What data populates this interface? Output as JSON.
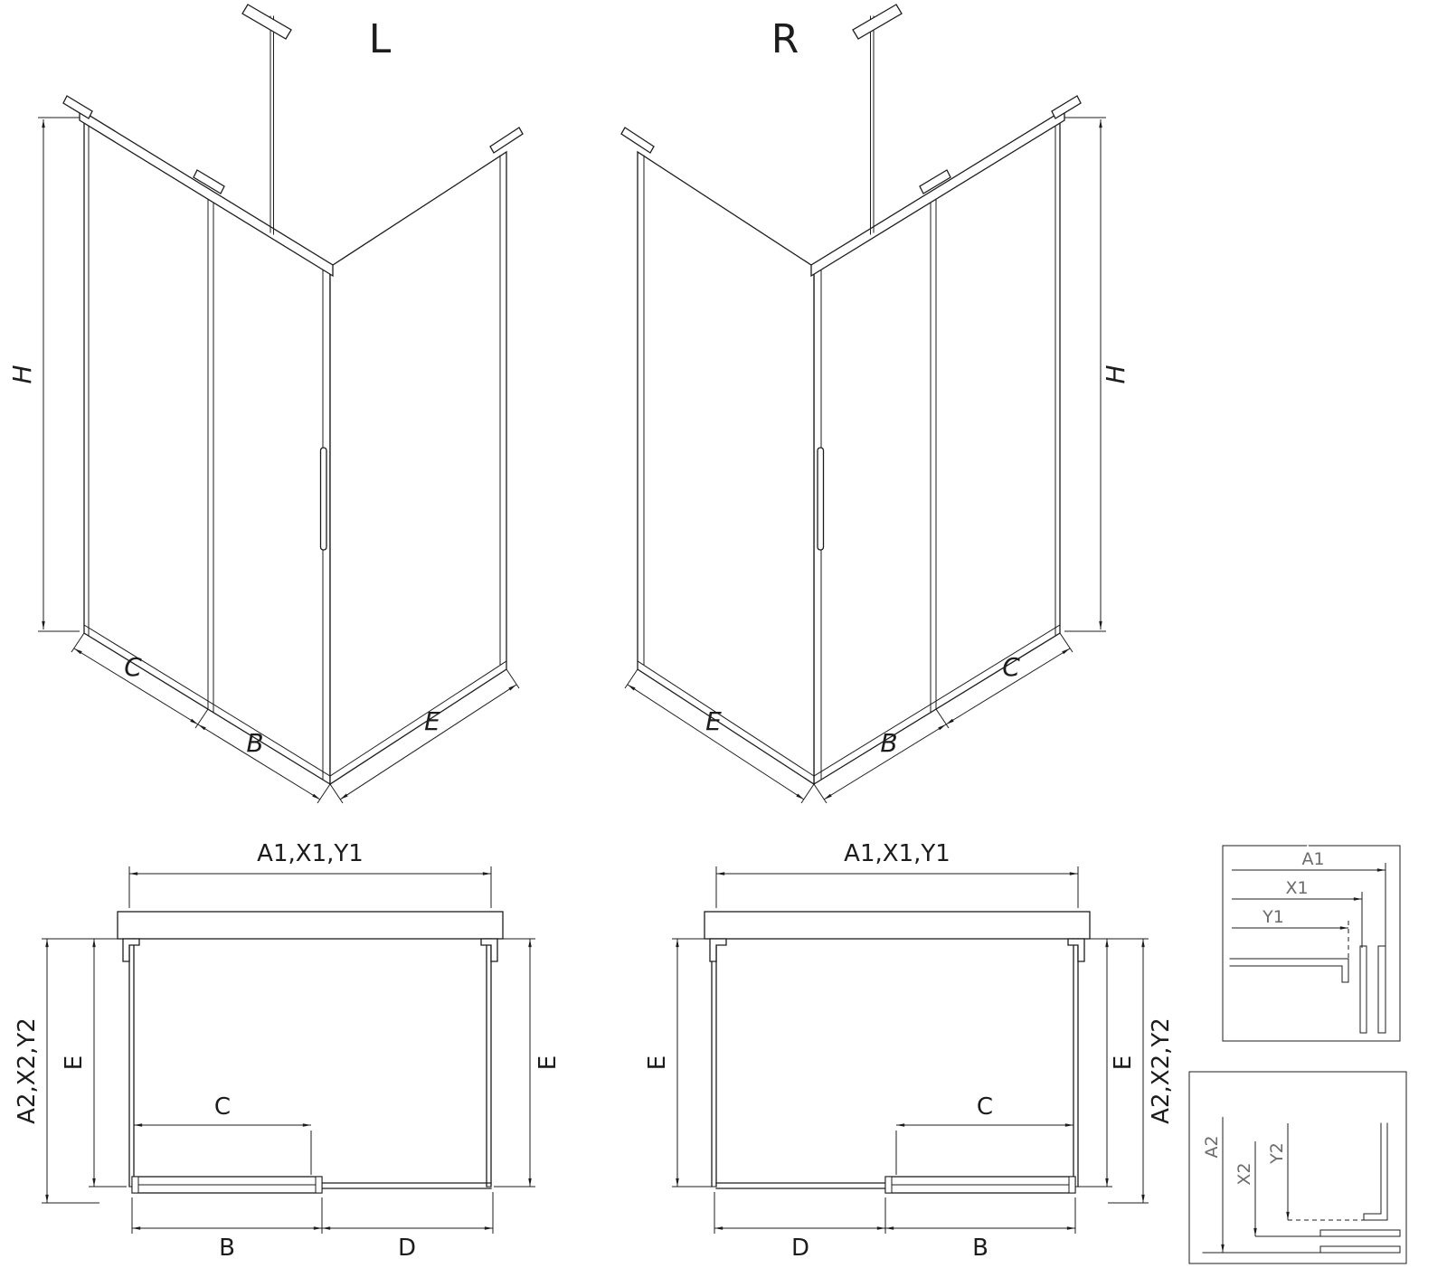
{
  "figure": {
    "iso_left": {
      "title": "L",
      "dim_height": "H",
      "dim_side": "C",
      "dim_door": "B",
      "dim_return": "E"
    },
    "iso_right": {
      "title": "R",
      "dim_height": "H",
      "dim_side": "C",
      "dim_door": "B",
      "dim_return": "E"
    },
    "plan_left": {
      "dim_width_top": "A1,X1,Y1",
      "dim_depth_outer": "A2,X2,Y2",
      "dim_depth_left": "E",
      "dim_depth_right": "E",
      "dim_opening": "C",
      "dim_door": "B",
      "dim_fixed": "D"
    },
    "plan_right": {
      "dim_width_top": "A1,X1,Y1",
      "dim_depth_outer": "A2,X2,Y2",
      "dim_depth_left": "E",
      "dim_depth_right": "E",
      "dim_opening": "C",
      "dim_door": "B",
      "dim_fixed": "D"
    },
    "detail_top": {
      "dim_a1": "A1",
      "dim_x1": "X1",
      "dim_y1": "Y1"
    },
    "detail_bottom": {
      "dim_a2": "A2",
      "dim_x2": "X2",
      "dim_y2": "Y2"
    }
  },
  "colors": {
    "line": "#1c1c1c",
    "detail_label": "#6b6b6b",
    "background": "#ffffff"
  }
}
